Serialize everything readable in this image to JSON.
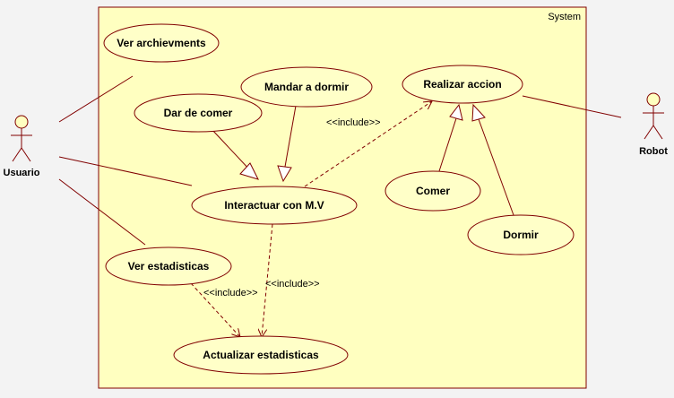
{
  "system": {
    "label": "System"
  },
  "actors": {
    "usuario": "Usuario",
    "robot": "Robot"
  },
  "use_cases": {
    "ver_archievments": "Ver archievments",
    "mandar_a_dormir": "Mandar a dormir",
    "dar_de_comer": "Dar de comer",
    "realizar_accion": "Realizar accion",
    "interactuar": "Interactuar con M.V",
    "comer": "Comer",
    "dormir": "Dormir",
    "ver_estadisticas": "Ver estadisticas",
    "actualizar_estadisticas": "Actualizar estadisticas"
  },
  "stereotypes": {
    "include_1": "<<include>>",
    "include_2": "<<include>>",
    "include_3": "<<include>>"
  },
  "colors": {
    "boundary_fill": "#ffffc0",
    "use_case_fill": "#ffffc8",
    "line": "#800000",
    "actor_fill": "#ffffc0"
  }
}
